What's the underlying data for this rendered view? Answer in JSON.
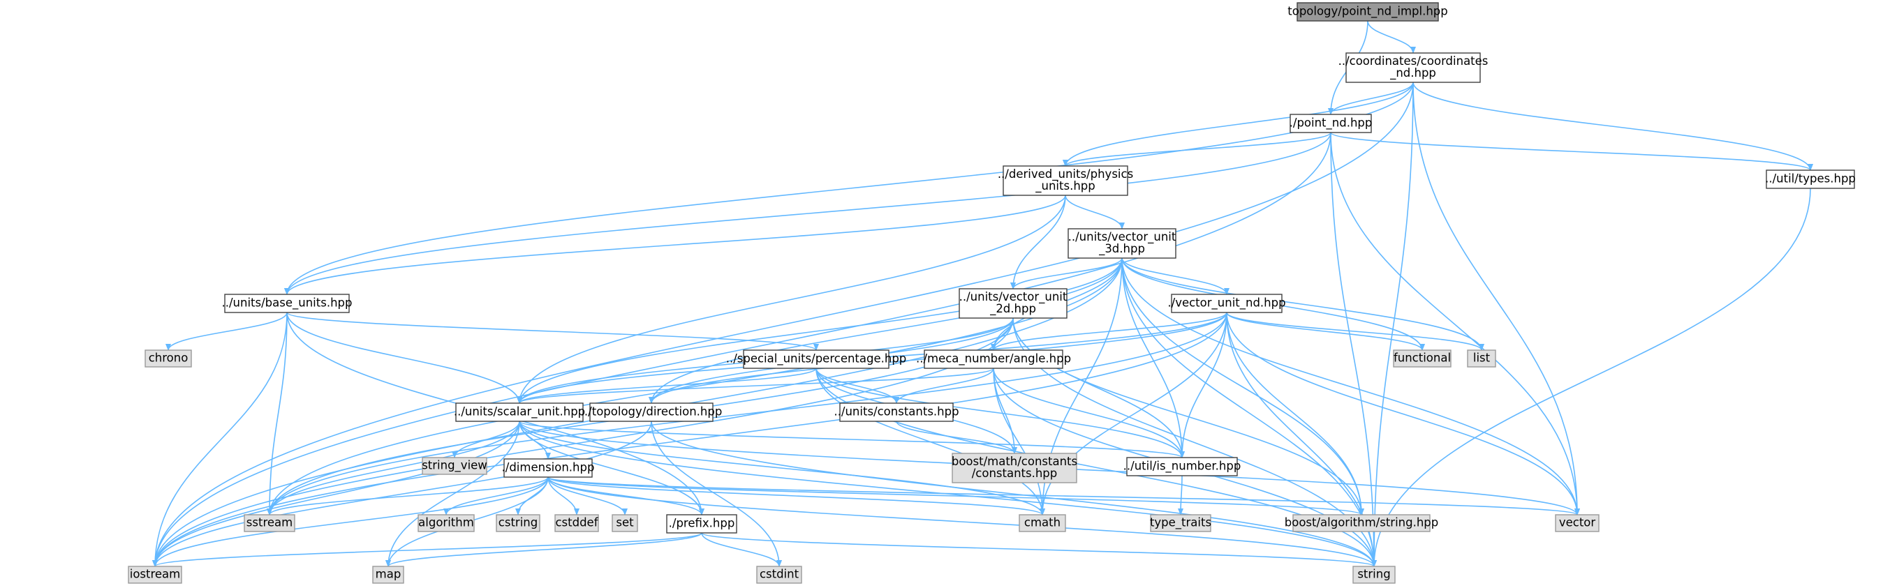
{
  "colors": {
    "edge": "#63b8ff",
    "node_border": "#404040",
    "root_fill": "#999999",
    "node_fill": "#ffffff",
    "system_fill": "#e0e0e0",
    "system_border": "#999999"
  },
  "nodes": [
    {
      "id": "root",
      "kind": "root",
      "lines": [
        "topology/point_nd_impl.hpp"
      ]
    },
    {
      "id": "coord",
      "kind": "file",
      "lines": [
        "../coordinates/coordinates",
        "_nd.hpp"
      ]
    },
    {
      "id": "point",
      "kind": "file",
      "lines": [
        "./point_nd.hpp"
      ]
    },
    {
      "id": "types",
      "kind": "file",
      "lines": [
        "../util/types.hpp"
      ]
    },
    {
      "id": "physics",
      "kind": "file",
      "lines": [
        "../derived_units/physics",
        "_units.hpp"
      ]
    },
    {
      "id": "v3d",
      "kind": "file",
      "lines": [
        "../units/vector_unit",
        "_3d.hpp"
      ]
    },
    {
      "id": "base",
      "kind": "file",
      "lines": [
        "../units/base_units.hpp"
      ]
    },
    {
      "id": "v2d",
      "kind": "file",
      "lines": [
        "../units/vector_unit",
        "_2d.hpp"
      ]
    },
    {
      "id": "vnd",
      "kind": "file",
      "lines": [
        "./vector_unit_nd.hpp"
      ]
    },
    {
      "id": "chrono",
      "kind": "system",
      "lines": [
        "chrono"
      ]
    },
    {
      "id": "percentage",
      "kind": "file",
      "lines": [
        "../special_units/percentage.hpp"
      ]
    },
    {
      "id": "angle",
      "kind": "file",
      "lines": [
        "../meca_number/angle.hpp"
      ]
    },
    {
      "id": "functional",
      "kind": "system",
      "lines": [
        "functional"
      ]
    },
    {
      "id": "list",
      "kind": "system",
      "lines": [
        "list"
      ]
    },
    {
      "id": "scalar",
      "kind": "file",
      "lines": [
        "../units/scalar_unit.hpp"
      ]
    },
    {
      "id": "direction",
      "kind": "file",
      "lines": [
        "../topology/direction.hpp"
      ]
    },
    {
      "id": "constants",
      "kind": "file",
      "lines": [
        "../units/constants.hpp"
      ]
    },
    {
      "id": "string_view",
      "kind": "system",
      "lines": [
        "string_view"
      ]
    },
    {
      "id": "boostconst",
      "kind": "system",
      "lines": [
        "boost/math/constants",
        "/constants.hpp"
      ]
    },
    {
      "id": "isnum",
      "kind": "file",
      "lines": [
        "../util/is_number.hpp"
      ]
    },
    {
      "id": "dimension",
      "kind": "file",
      "lines": [
        "./dimension.hpp"
      ]
    },
    {
      "id": "sstream",
      "kind": "system",
      "lines": [
        "sstream"
      ]
    },
    {
      "id": "algorithm",
      "kind": "system",
      "lines": [
        "algorithm"
      ]
    },
    {
      "id": "cstring",
      "kind": "system",
      "lines": [
        "cstring"
      ]
    },
    {
      "id": "cstddef",
      "kind": "system",
      "lines": [
        "cstddef"
      ]
    },
    {
      "id": "set",
      "kind": "system",
      "lines": [
        "set"
      ]
    },
    {
      "id": "prefix",
      "kind": "file",
      "lines": [
        "./prefix.hpp"
      ]
    },
    {
      "id": "cmath",
      "kind": "system",
      "lines": [
        "cmath"
      ]
    },
    {
      "id": "type_traits",
      "kind": "system",
      "lines": [
        "type_traits"
      ]
    },
    {
      "id": "boostalgo",
      "kind": "system",
      "lines": [
        "boost/algorithm/string.hpp"
      ]
    },
    {
      "id": "vector",
      "kind": "system",
      "lines": [
        "vector"
      ]
    },
    {
      "id": "iostream",
      "kind": "system",
      "lines": [
        "iostream"
      ]
    },
    {
      "id": "map",
      "kind": "system",
      "lines": [
        "map"
      ]
    },
    {
      "id": "cstdint",
      "kind": "system",
      "lines": [
        "cstdint"
      ]
    },
    {
      "id": "string",
      "kind": "system",
      "lines": [
        "string"
      ]
    }
  ],
  "edges": [
    [
      "root",
      "coord"
    ],
    [
      "root",
      "point"
    ],
    [
      "coord",
      "point"
    ],
    [
      "coord",
      "types"
    ],
    [
      "coord",
      "physics"
    ],
    [
      "coord",
      "base"
    ],
    [
      "coord",
      "vector"
    ],
    [
      "coord",
      "string"
    ],
    [
      "coord",
      "iostream"
    ],
    [
      "point",
      "types"
    ],
    [
      "point",
      "physics"
    ],
    [
      "point",
      "base"
    ],
    [
      "point",
      "vector"
    ],
    [
      "point",
      "string"
    ],
    [
      "point",
      "iostream"
    ],
    [
      "types",
      "string"
    ],
    [
      "physics",
      "v3d"
    ],
    [
      "physics",
      "v2d"
    ],
    [
      "physics",
      "base"
    ],
    [
      "physics",
      "scalar"
    ],
    [
      "v3d",
      "v2d"
    ],
    [
      "v3d",
      "vnd"
    ],
    [
      "v3d",
      "angle"
    ],
    [
      "v3d",
      "scalar"
    ],
    [
      "v3d",
      "direction"
    ],
    [
      "v3d",
      "isnum"
    ],
    [
      "v3d",
      "functional"
    ],
    [
      "v3d",
      "list"
    ],
    [
      "v3d",
      "cmath"
    ],
    [
      "v3d",
      "boostalgo"
    ],
    [
      "v3d",
      "vector"
    ],
    [
      "v3d",
      "string"
    ],
    [
      "v3d",
      "sstream"
    ],
    [
      "v3d",
      "iostream"
    ],
    [
      "base",
      "chrono"
    ],
    [
      "base",
      "percentage"
    ],
    [
      "base",
      "scalar"
    ],
    [
      "base",
      "prefix"
    ],
    [
      "base",
      "sstream"
    ],
    [
      "base",
      "iostream"
    ],
    [
      "v2d",
      "angle"
    ],
    [
      "v2d",
      "scalar"
    ],
    [
      "v2d",
      "direction"
    ],
    [
      "v2d",
      "isnum"
    ],
    [
      "v2d",
      "boostalgo"
    ],
    [
      "v2d",
      "string"
    ],
    [
      "v2d",
      "sstream"
    ],
    [
      "v2d",
      "iostream"
    ],
    [
      "vnd",
      "angle"
    ],
    [
      "vnd",
      "scalar"
    ],
    [
      "vnd",
      "direction"
    ],
    [
      "vnd",
      "isnum"
    ],
    [
      "vnd",
      "functional"
    ],
    [
      "vnd",
      "list"
    ],
    [
      "vnd",
      "cmath"
    ],
    [
      "vnd",
      "boostalgo"
    ],
    [
      "vnd",
      "vector"
    ],
    [
      "vnd",
      "string"
    ],
    [
      "vnd",
      "sstream"
    ],
    [
      "vnd",
      "iostream"
    ],
    [
      "percentage",
      "scalar"
    ],
    [
      "percentage",
      "constants"
    ],
    [
      "percentage",
      "isnum"
    ],
    [
      "percentage",
      "boostconst"
    ],
    [
      "percentage",
      "cmath"
    ],
    [
      "percentage",
      "string"
    ],
    [
      "angle",
      "scalar"
    ],
    [
      "angle",
      "constants"
    ],
    [
      "angle",
      "isnum"
    ],
    [
      "angle",
      "boostconst"
    ],
    [
      "angle",
      "cmath"
    ],
    [
      "angle",
      "string"
    ],
    [
      "scalar",
      "dimension"
    ],
    [
      "scalar",
      "prefix"
    ],
    [
      "scalar",
      "isnum"
    ],
    [
      "scalar",
      "string_view"
    ],
    [
      "scalar",
      "sstream"
    ],
    [
      "scalar",
      "iostream"
    ],
    [
      "scalar",
      "map"
    ],
    [
      "scalar",
      "vector"
    ],
    [
      "scalar",
      "string"
    ],
    [
      "scalar",
      "cmath"
    ],
    [
      "direction",
      "cstdint"
    ],
    [
      "direction",
      "string"
    ],
    [
      "direction",
      "iostream"
    ],
    [
      "constants",
      "boostconst"
    ],
    [
      "isnum",
      "type_traits"
    ],
    [
      "dimension",
      "prefix"
    ],
    [
      "dimension",
      "algorithm"
    ],
    [
      "dimension",
      "cstring"
    ],
    [
      "dimension",
      "cstddef"
    ],
    [
      "dimension",
      "set"
    ],
    [
      "dimension",
      "sstream"
    ],
    [
      "dimension",
      "iostream"
    ],
    [
      "dimension",
      "map"
    ],
    [
      "dimension",
      "cmath"
    ],
    [
      "dimension",
      "boostalgo"
    ],
    [
      "dimension",
      "vector"
    ],
    [
      "dimension",
      "string"
    ],
    [
      "prefix",
      "cstdint"
    ],
    [
      "prefix",
      "map"
    ],
    [
      "prefix",
      "string"
    ],
    [
      "prefix",
      "iostream"
    ]
  ]
}
